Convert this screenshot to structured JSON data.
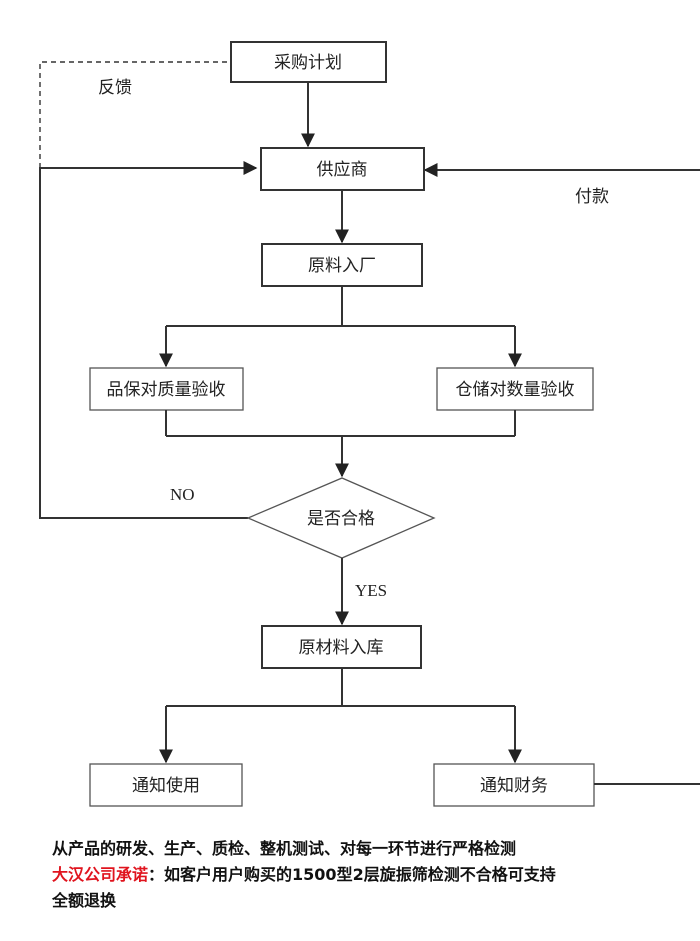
{
  "flowchart": {
    "nodes": {
      "procurement_plan": "采购计划",
      "supplier": "供应商",
      "raw_material_in": "原料入厂",
      "quality_check": "品保对质量验收",
      "quantity_check": "仓储对数量验收",
      "decision": "是否合格",
      "warehouse_in": "原材料入库",
      "notify_use": "通知使用",
      "notify_finance": "通知财务"
    },
    "edge_labels": {
      "feedback": "反馈",
      "payment": "付款",
      "no": "NO",
      "yes": "YES"
    }
  },
  "footer": {
    "line1": "从产品的研发、生产、质检、整机测试、对每一环节进行严格检测",
    "promise_label": "大汉公司承诺",
    "colon": "：",
    "promise_text": "如客户用户购买的1500型2层旋振筛检测不合格可支持",
    "line3": "全额退换",
    "accent_color": "#e0141e"
  }
}
